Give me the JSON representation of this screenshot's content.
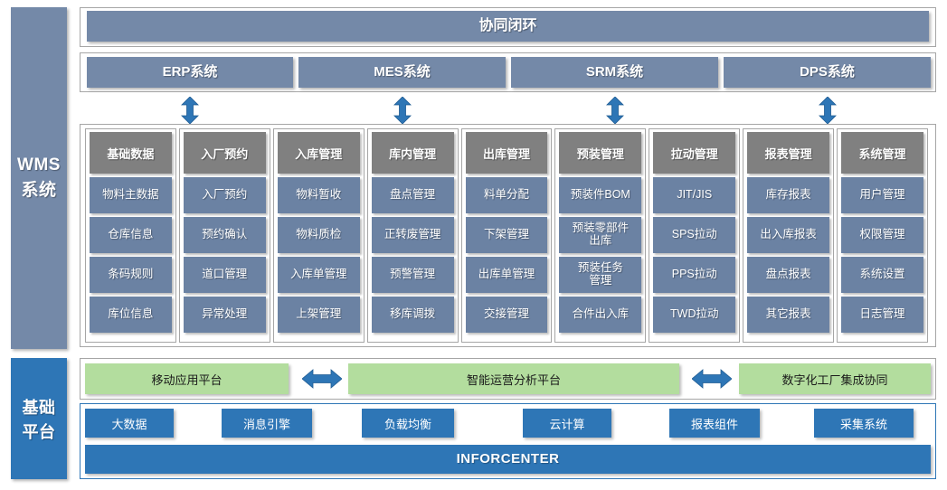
{
  "rails": {
    "wms": {
      "line1": "WMS",
      "line2": "系统"
    },
    "base": {
      "line1": "基础",
      "line2": "平台"
    }
  },
  "collaboration": {
    "label": "协同闭环"
  },
  "upstream_systems": [
    {
      "label": "ERP系统"
    },
    {
      "label": "MES系统"
    },
    {
      "label": "SRM系统"
    },
    {
      "label": "DPS系统"
    }
  ],
  "wms_columns": [
    {
      "header": "基础数据",
      "items": [
        "物料主数据",
        "仓库信息",
        "条码规则",
        "库位信息"
      ]
    },
    {
      "header": "入厂预约",
      "items": [
        "入厂预约",
        "预约确认",
        "道口管理",
        "异常处理"
      ]
    },
    {
      "header": "入库管理",
      "items": [
        "物料暂收",
        "物料质检",
        "入库单管理",
        "上架管理"
      ]
    },
    {
      "header": "库内管理",
      "items": [
        "盘点管理",
        "正转废管理",
        "预警管理",
        "移库调拨"
      ]
    },
    {
      "header": "出库管理",
      "items": [
        "料单分配",
        "下架管理",
        "出库单管理",
        "交接管理"
      ]
    },
    {
      "header": "预装管理",
      "items": [
        "预装件BOM",
        "预装零部件\n出库",
        "预装任务\n管理",
        "合件出入库"
      ]
    },
    {
      "header": "拉动管理",
      "items": [
        "JIT/JIS",
        "SPS拉动",
        "PPS拉动",
        "TWD拉动"
      ]
    },
    {
      "header": "报表管理",
      "items": [
        "库存报表",
        "出入库报表",
        "盘点报表",
        "其它报表"
      ]
    },
    {
      "header": "系统管理",
      "items": [
        "用户管理",
        "权限管理",
        "系统设置",
        "日志管理"
      ]
    }
  ],
  "platforms": [
    {
      "label": "移动应用平台"
    },
    {
      "label": "智能运营分析平台"
    },
    {
      "label": "数字化工厂集成协同"
    }
  ],
  "components": [
    {
      "label": "大数据"
    },
    {
      "label": "消息引擎"
    },
    {
      "label": "负载均衡"
    },
    {
      "label": "云计算"
    },
    {
      "label": "报表组件"
    },
    {
      "label": "采集系统"
    }
  ],
  "infocenter": {
    "label": "INFORCENTER"
  },
  "colors": {
    "slate": "#7489a8",
    "module_item": "#6b82a3",
    "module_header": "#808080",
    "blue": "#2e76b6",
    "green": "#b3dd9e",
    "arrow": "#2e76b6"
  }
}
